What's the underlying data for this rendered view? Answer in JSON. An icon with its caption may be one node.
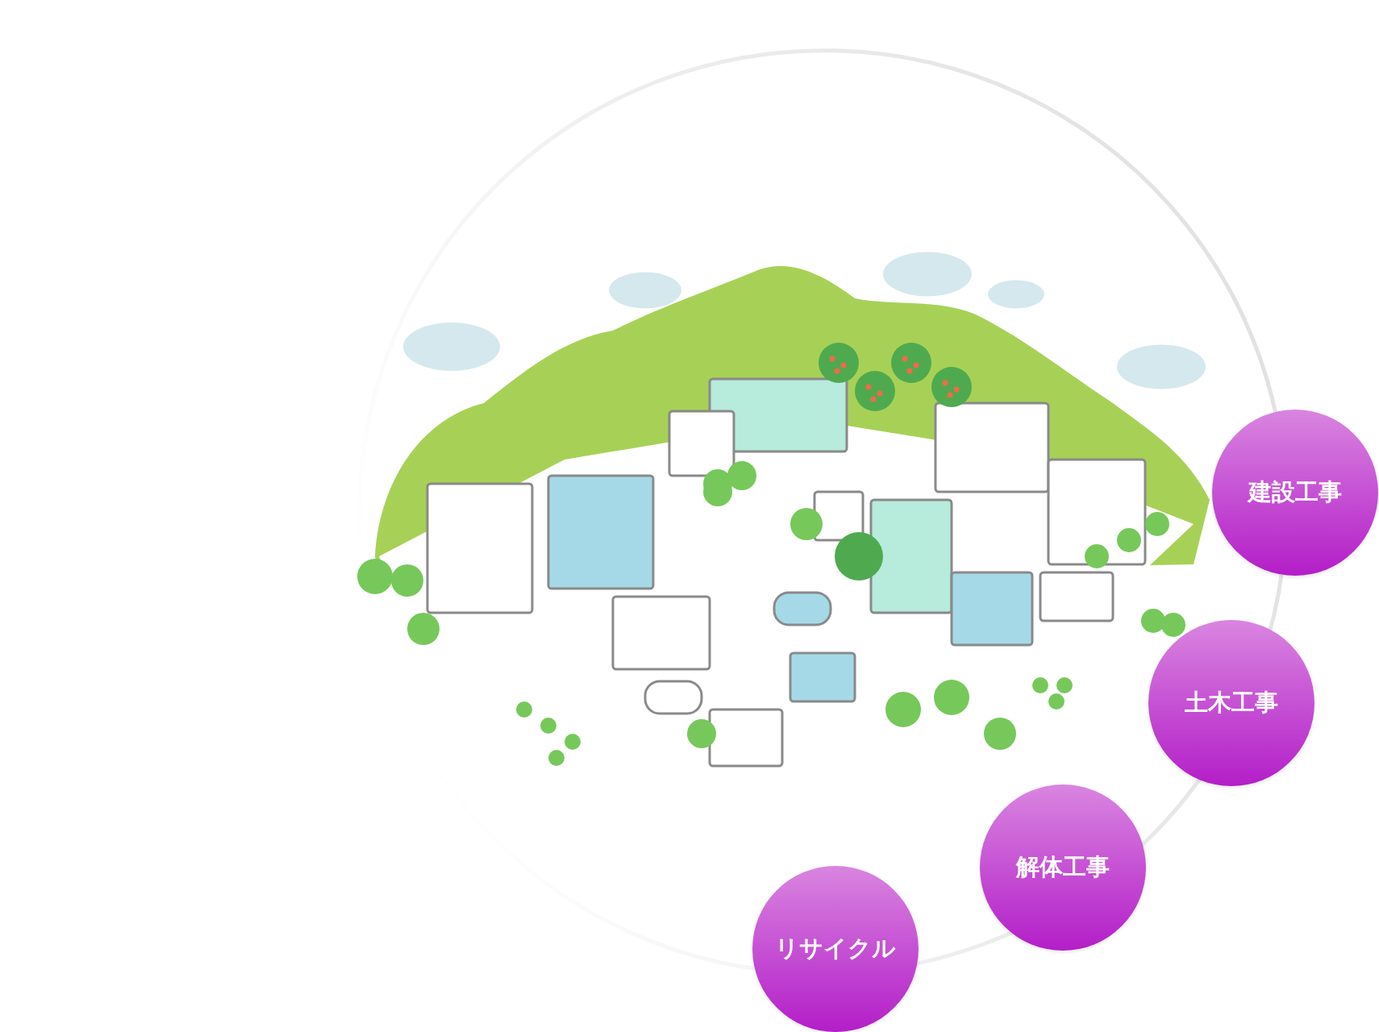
{
  "diagram": {
    "nodes": [
      {
        "text": [
          "建設工事"
        ]
      },
      {
        "text": [
          "土木工事"
        ]
      },
      {
        "text": [
          "解体工事"
        ]
      },
      {
        "text": [
          "リサイクル"
        ]
      }
    ]
  }
}
